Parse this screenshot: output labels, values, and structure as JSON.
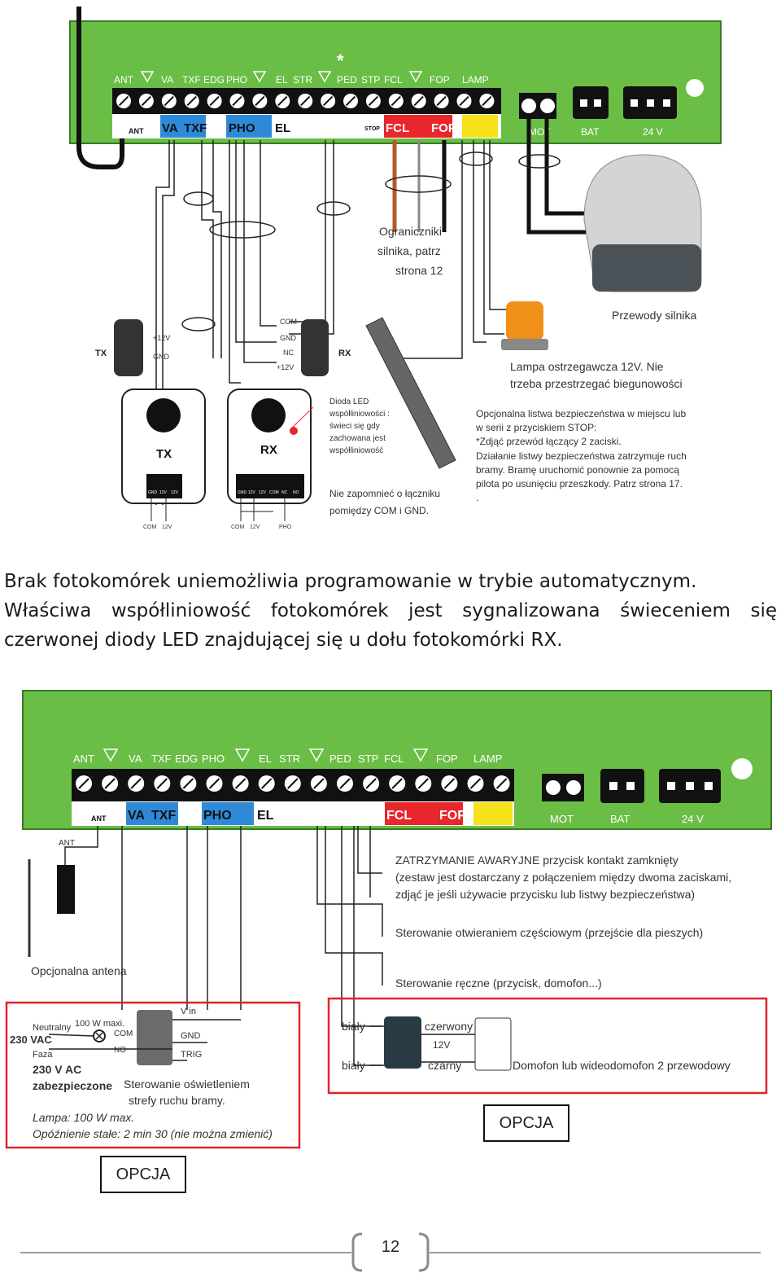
{
  "diagram1": {
    "terminals": [
      "ANT",
      "VA",
      "TXF",
      "EDG",
      "PHO",
      "EL",
      "STR",
      "PED",
      "STP",
      "FCL",
      "FOP",
      "LAMP"
    ],
    "asterisk": "*",
    "mot_label": "MOT",
    "bat_label": "BAT",
    "v24_label": "24 V",
    "strip_labels": [
      "ANT",
      "VA",
      "TXF",
      "PHO",
      "EL",
      "FCL",
      "FOP",
      "STOP"
    ],
    "limit_note": [
      "Ograniczniki",
      "silnika, patrz",
      "strona 12"
    ],
    "motor_wires": "Przewody silnika",
    "tx_label": "TX",
    "rx_label": "RX",
    "tx_pins": [
      "+12V",
      "GND"
    ],
    "rx_pins": [
      "COM",
      "GND",
      "NC",
      "+12V"
    ],
    "led_note": [
      "Dioda LED",
      "współliniowości :",
      "świeci się gdy",
      "zachowana jest",
      "współliniowość"
    ],
    "com_gnd_note": [
      "Nie zapomnieć o łączniku",
      "pomiędzy COM i GND."
    ],
    "lamp_note": [
      "Lampa ostrzegawcza 12V. Nie",
      "trzeba przestrzegać biegunowości"
    ],
    "safety_note": [
      "Opcjonalna listwa bezpieczeństwa w miejscu lub",
      "w serii z przyciskiem STOP:",
      "*Zdjąć przewód łączący 2 zaciski.",
      "Działanie listwy bezpieczeństwa zatrzymuje ruch",
      "bramy. Bramę uruchomić ponownie za pomocą",
      "pilota po usunięciu przeszkody. Patrz strona 17.",
      "."
    ],
    "tx_block_pins": [
      "GND",
      "12V",
      "12V"
    ],
    "rx_block_pins": [
      "GND",
      "12V",
      "12V",
      "COM",
      "NC",
      "NO"
    ],
    "tx_bottom": [
      "COM",
      "12V"
    ],
    "rx_bottom": [
      "COM",
      "12V",
      "PHO"
    ]
  },
  "paragraph": {
    "line1": "Brak fotokomórek uniemożliwia programowanie w trybie automatycznym.",
    "line2": "Właściwa współliniowość fotokomórek jest sygnalizowana świeceniem się",
    "line3": "czerwonej diody LED znajdującej się u dołu fotokomórki RX."
  },
  "diagram2": {
    "terminals": [
      "ANT",
      "VA",
      "TXF",
      "EDG",
      "PHO",
      "EL",
      "STR",
      "PED",
      "STP",
      "FCL",
      "FOP",
      "LAMP"
    ],
    "mot_label": "MOT",
    "bat_label": "BAT",
    "v24_label": "24 V",
    "ant_label": "ANT",
    "antenna_note": "Opcjonalna antena",
    "stop_note": [
      "ZATRZYMANIE AWARYJNE przycisk kontakt zamknięty",
      "(zestaw jest dostarczany z połączeniem między dwoma zaciskami,",
      "zdjąć je jeśli używacie przycisku lub listwy bezpieczeństwa)"
    ],
    "ped_note": "Sterowanie otwieraniem częściowym (przejście dla pieszych)",
    "manual_note": "Sterowanie ręczne (przycisk, domofon...)",
    "light_box": {
      "neutral": "Neutralny",
      "power": "100 W maxi.",
      "vac": "230 VAC",
      "faza": "Faza",
      "vac2": "230 V AC",
      "protected": "zabezpieczone",
      "vin": "V in",
      "com": "COM",
      "no": "NO",
      "gnd": "GND",
      "trig": "TRIG",
      "control": [
        "Sterowanie oświetleniem",
        "strefy ruchu bramy."
      ],
      "lamp": "Lampa: 100 W max.",
      "delay": "Opóźnienie stałe: 2 min 30 (nie można zmienić)"
    },
    "intercom_box": {
      "white1": "biały",
      "white2": "biały",
      "red": "czerwony",
      "v12": "12V",
      "black": "czarny",
      "label": "Domofon lub wideodomofon 2 przewodowy"
    }
  },
  "option_right": "OPCJA",
  "option_left": "OPCJA",
  "page_number": "12",
  "colors": {
    "board_green": "#6abe45",
    "terminal_black": "#111111",
    "strip_blue": "#2e8ad8",
    "strip_red": "#e8262b",
    "strip_yellow": "#f5e21a",
    "frame_red": "#e0242b"
  }
}
